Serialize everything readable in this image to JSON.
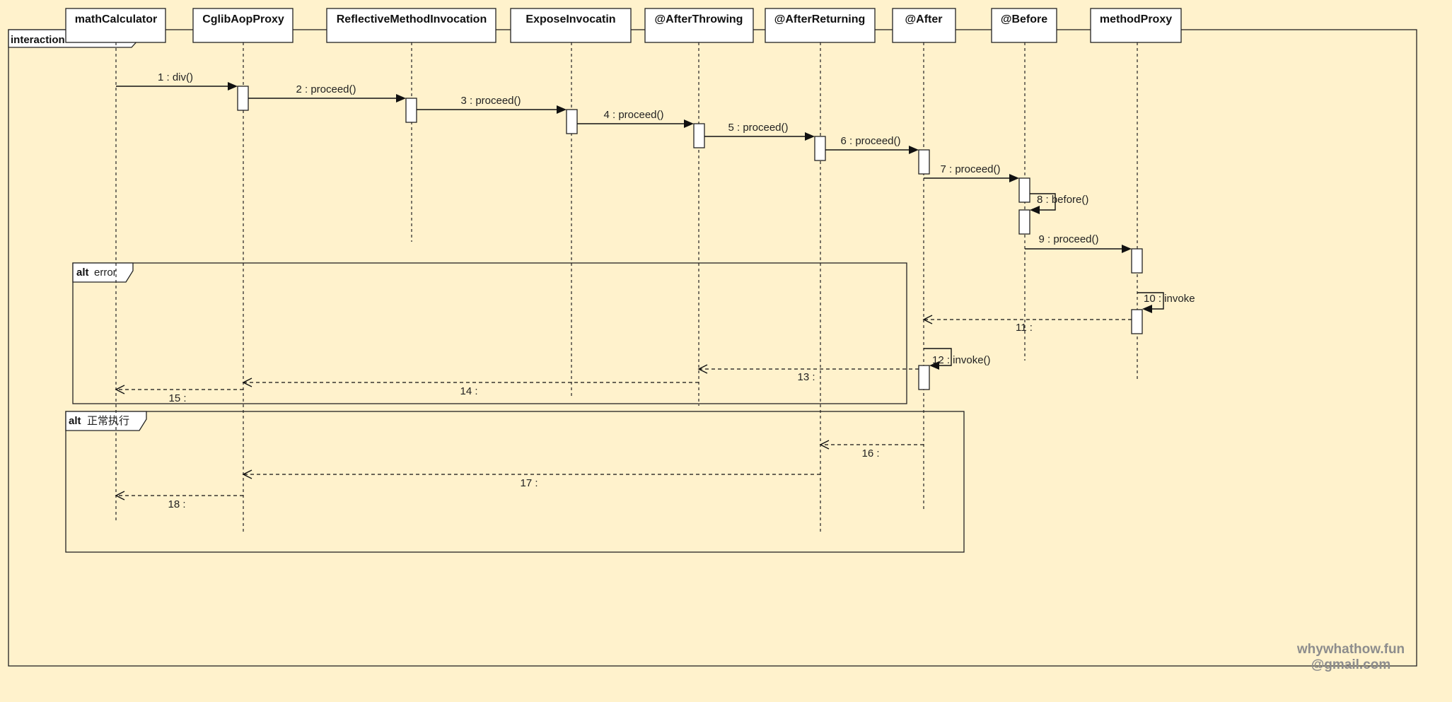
{
  "diagram": {
    "interaction_label": "interaction",
    "lifelines": [
      {
        "name": "mathCalculator"
      },
      {
        "name": "CglibAopProxy"
      },
      {
        "name": "ReflectiveMethodInvocation"
      },
      {
        "name": "ExposeInvocatin"
      },
      {
        "name": "@AfterThrowing"
      },
      {
        "name": "@AfterReturning"
      },
      {
        "name": "@After"
      },
      {
        "name": "@Before"
      },
      {
        "name": "methodProxy"
      }
    ],
    "messages": [
      {
        "label": "1 : div()"
      },
      {
        "label": "2 : proceed()"
      },
      {
        "label": "3 : proceed()"
      },
      {
        "label": "4 : proceed()"
      },
      {
        "label": "5 : proceed()"
      },
      {
        "label": "6 : proceed()"
      },
      {
        "label": "7 : proceed()"
      },
      {
        "label": "8 : before()"
      },
      {
        "label": "9 : proceed()"
      },
      {
        "label": "10 : invoke"
      },
      {
        "label": "11 :"
      },
      {
        "label": "12 : invoke()"
      },
      {
        "label": "13 :"
      },
      {
        "label": "14 :"
      },
      {
        "label": "15 :"
      },
      {
        "label": "16 :"
      },
      {
        "label": "17 :"
      },
      {
        "label": "18 :"
      }
    ],
    "fragments": [
      {
        "keyword": "alt",
        "condition": "error"
      },
      {
        "keyword": "alt",
        "condition": "正常执行"
      }
    ],
    "watermark": [
      "whywhathow.fun",
      "@gmail.com"
    ]
  }
}
